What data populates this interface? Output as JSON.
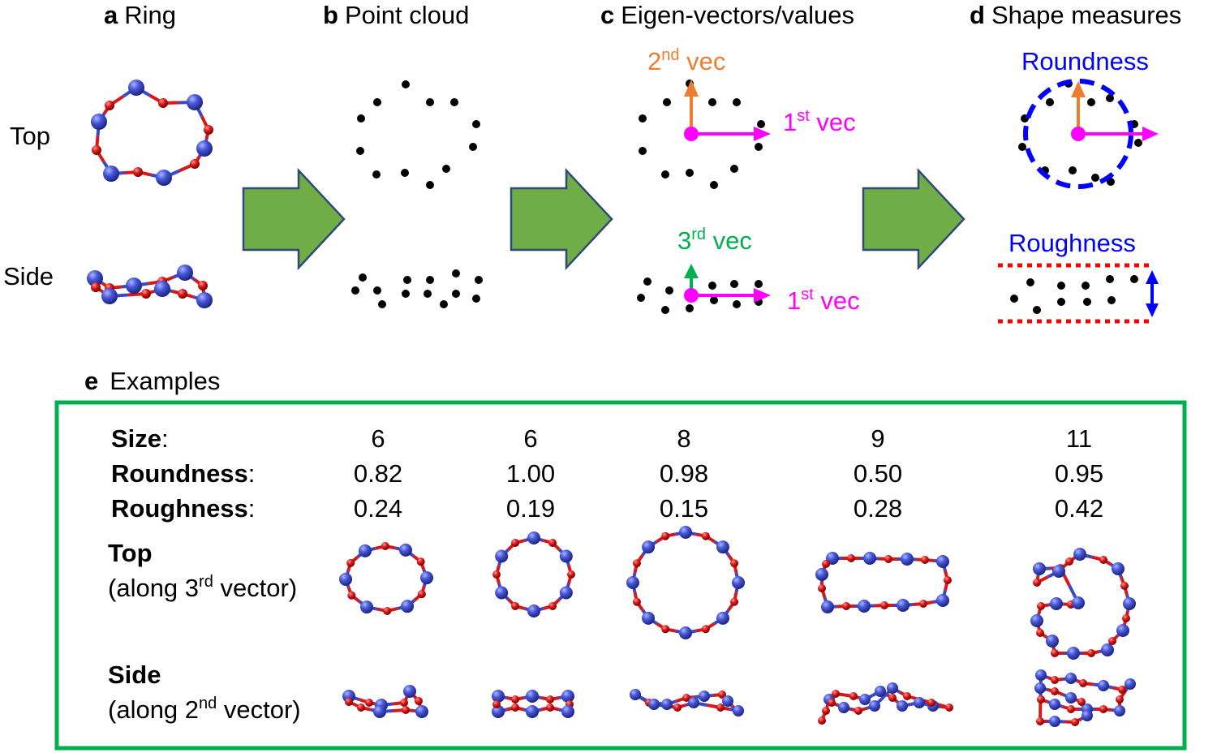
{
  "panels": {
    "a": {
      "letter": "a",
      "title": "Ring",
      "top_label": "Top",
      "side_label": "Side"
    },
    "b": {
      "letter": "b",
      "title": "Point cloud"
    },
    "c": {
      "letter": "c",
      "title": "Eigen-vectors/values",
      "vec2": {
        "base": "2",
        "sup": "nd",
        "rest": " vec"
      },
      "vec1_top": {
        "base": "1",
        "sup": "st",
        "rest": " vec"
      },
      "vec3": {
        "base": "3",
        "sup": "rd",
        "rest": " vec"
      },
      "vec1_side": {
        "base": "1",
        "sup": "st",
        "rest": " vec"
      }
    },
    "d": {
      "letter": "d",
      "title": "Shape measures",
      "roundness_label": "Roundness",
      "roughness_label": "Roughness"
    },
    "e": {
      "letter": "e",
      "title": "Examples"
    }
  },
  "examples": {
    "row_labels": {
      "size": "Size",
      "roundness": "Roundness",
      "roughness": "Roughness",
      "colon": ":"
    },
    "top_label": "Top",
    "top_sub": {
      "pre": "(along 3",
      "sup": "rd",
      "post": " vector)"
    },
    "side_label": "Side",
    "side_sub": {
      "pre": "(along 2",
      "sup": "nd",
      "post": " vector)"
    },
    "columns": [
      {
        "size": "6",
        "roundness": "0.82",
        "roughness": "0.24"
      },
      {
        "size": "6",
        "roundness": "1.00",
        "roughness": "0.19"
      },
      {
        "size": "8",
        "roundness": "0.98",
        "roughness": "0.15"
      },
      {
        "size": "9",
        "roundness": "0.50",
        "roughness": "0.28"
      },
      {
        "size": "11",
        "roundness": "0.95",
        "roughness": "0.42"
      }
    ]
  },
  "colors": {
    "arrow_fill": "#70ad47",
    "arrow_stroke": "#2f4a7a",
    "atom_blue": "#3a48c8",
    "atom_red": "#d81818",
    "vec1": "#ff00ff",
    "vec2": "#ed7d31",
    "vec3": "#00b050",
    "measure": "#0000ff",
    "rough_line": "#ff0000",
    "box": "#00b050"
  }
}
